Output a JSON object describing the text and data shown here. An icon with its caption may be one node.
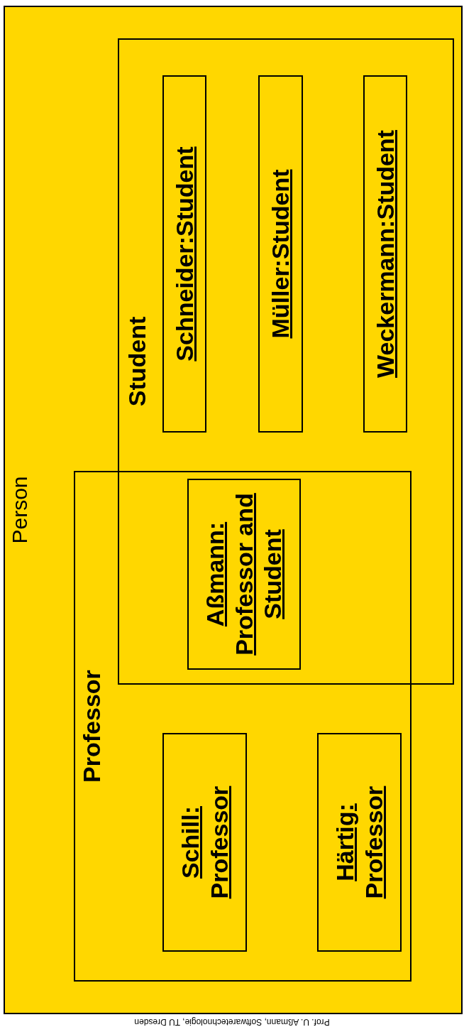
{
  "diagram": {
    "nodes": [
      {
        "text": [
          "Person"
        ]
      },
      {
        "text": [
          "Professor"
        ],
        "in": 0
      },
      {
        "text": [
          "Schill: Professor"
        ],
        "in": 1
      },
      {
        "text": [
          "Härtig: Professor"
        ],
        "in": 1
      },
      {
        "text": [
          "Aßmann: Professor and Student"
        ]
      },
      {
        "text": [
          "Student"
        ],
        "in": 0
      },
      {
        "text": [
          "Schneider:Student"
        ],
        "in": 5
      },
      {
        "text": [
          "Müller:Student"
        ],
        "in": 5
      },
      {
        "text": [
          "Weckermann:Student"
        ],
        "in": 5
      }
    ],
    "edges": [],
    "labels": [
      "Prof. U. Aßmann, Softwaretechnologie, TU Dresden"
    ]
  }
}
